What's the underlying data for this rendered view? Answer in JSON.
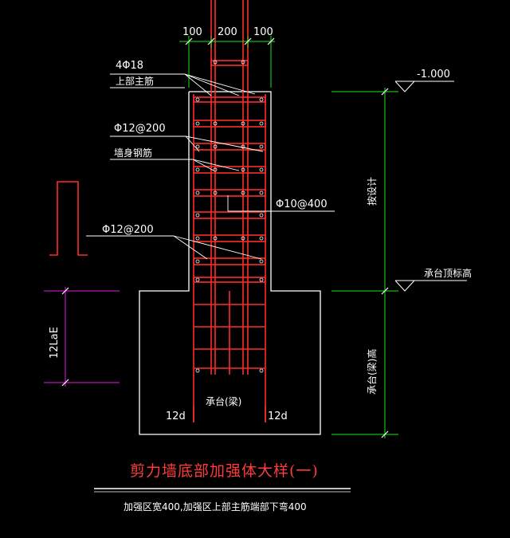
{
  "dimensions_top": {
    "left": "100",
    "mid": "200",
    "right": "100"
  },
  "labels": {
    "main_bars_count": "4Φ18",
    "main_bars_name": "上部主筋",
    "stirrup_spec_1": "Φ12@200",
    "wall_rebar_name": "墙身钢筋",
    "tie_spec": "Φ10@400",
    "stirrup_spec_2": "Φ12@200",
    "anchorage_length": "12LaE",
    "hook_left": "12d",
    "hook_right": "12d",
    "cap_center": "承台(梁)",
    "elevation_top": "-1.000",
    "per_design": "按设计",
    "cap_top_elev": "承台顶标高",
    "cap_height": "承台(梁)高"
  },
  "title": {
    "main": "剪力墙底部加强体大样(一)",
    "note": "加强区宽400,加强区上部主筋端部下弯400"
  },
  "colors": {
    "background": "#000000",
    "outline": "#ffffff",
    "rebar": "#ff2a2a",
    "leader": "#ffffff",
    "dimension_green": "#19e619",
    "dimension_magenta": "#e619e6",
    "title": "#ff3b3b"
  }
}
